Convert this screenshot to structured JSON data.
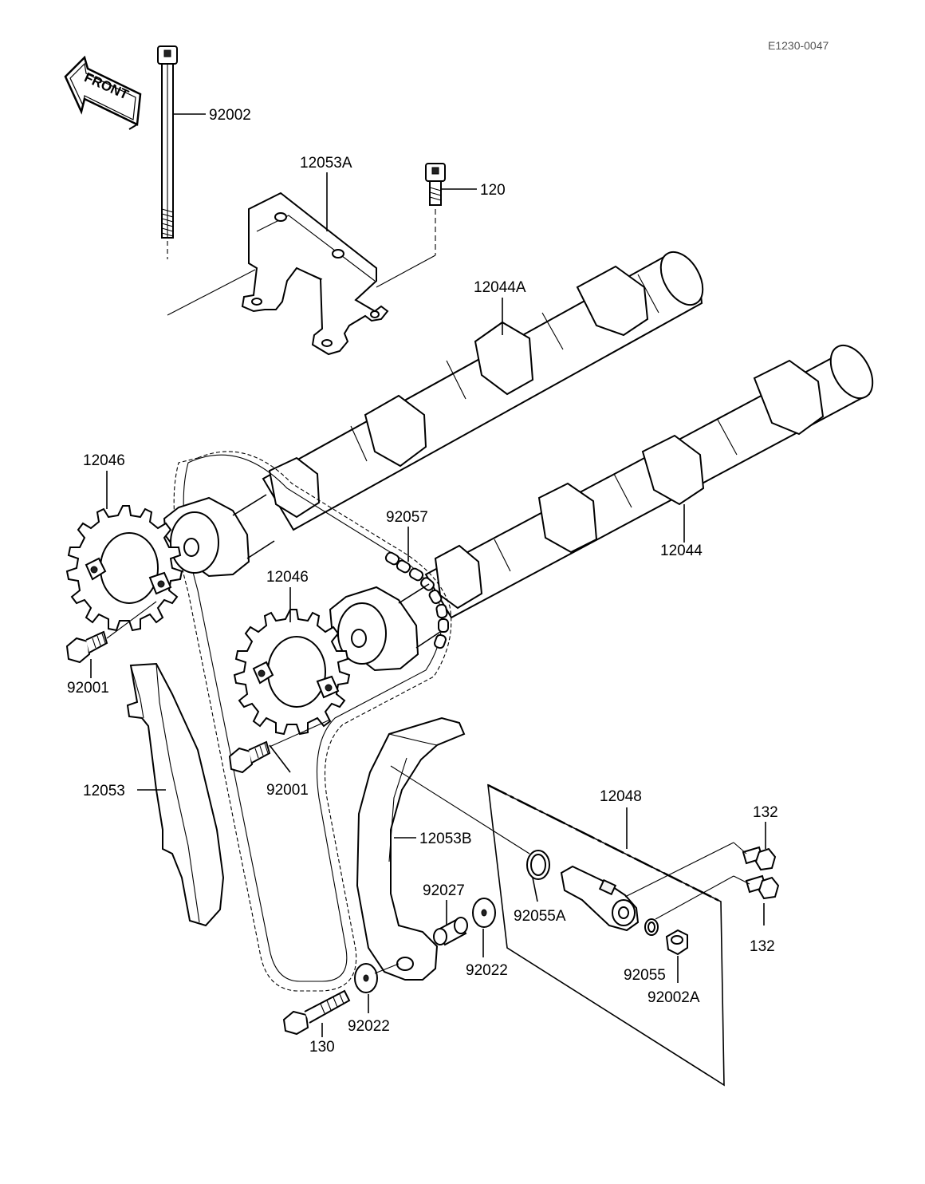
{
  "drawing_code": "E1230-0047",
  "front_arrow_label": "FRONT",
  "labels": {
    "p92002": "92002",
    "p12053A": "12053A",
    "p120": "120",
    "p12044A": "12044A",
    "p12046_left": "12046",
    "p92057": "92057",
    "p12044": "12044",
    "p12046_mid": "12046",
    "p92001_left": "92001",
    "p92001_mid": "92001",
    "p12053": "12053",
    "p12048": "12048",
    "p132_top": "132",
    "p12053B": "12053B",
    "p92027": "92027",
    "p92055A": "92055A",
    "p132_bottom": "132",
    "p92022_right": "92022",
    "p92055": "92055",
    "p92002A": "92002A",
    "p92022_left": "92022",
    "p130": "130"
  }
}
